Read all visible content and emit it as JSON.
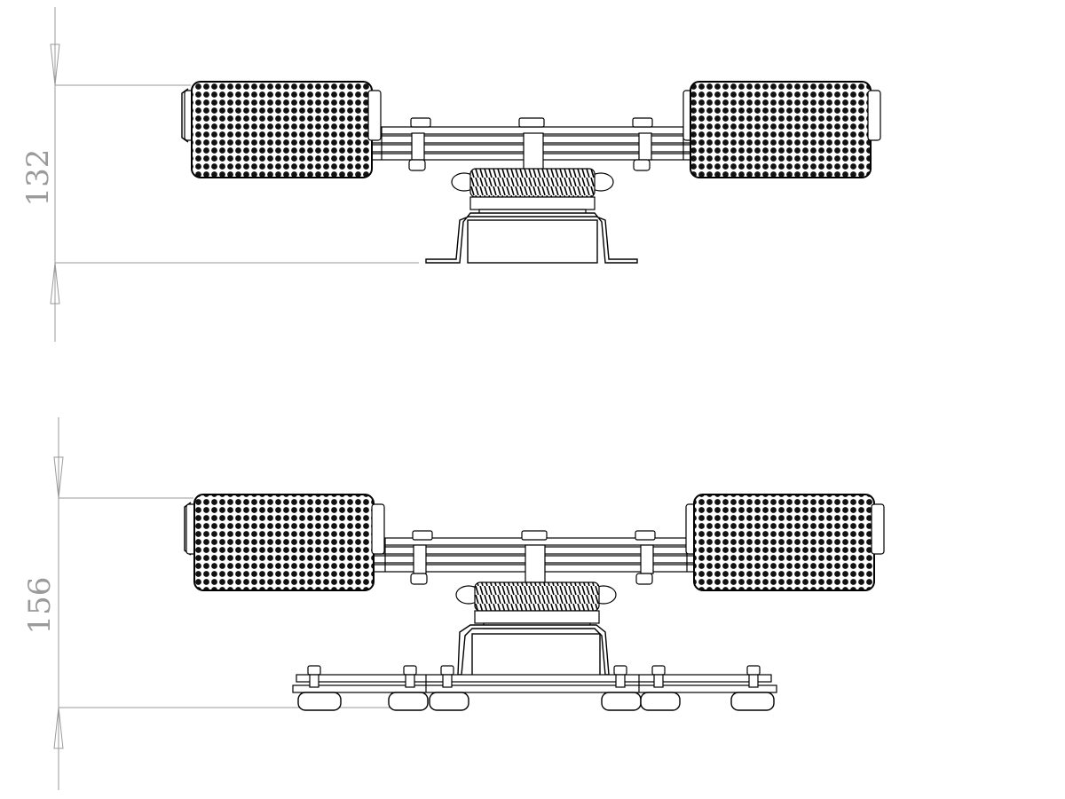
{
  "views": [
    {
      "id": "view-without-base",
      "dimension_label": "132"
    },
    {
      "id": "view-with-base-plate",
      "dimension_label": "156"
    }
  ],
  "colors": {
    "line": "#000000",
    "dimension": "#9a9a9a",
    "pedal_fill": "#1a1a1a",
    "background": "#ffffff"
  }
}
